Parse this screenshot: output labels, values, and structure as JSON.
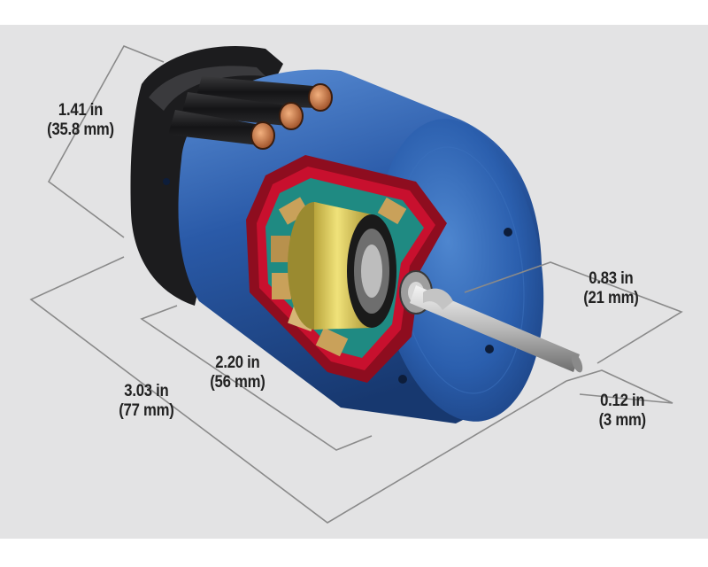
{
  "dimensions": {
    "wire_diameter": {
      "imperial": "1.41 in",
      "metric": "(35.8 mm)"
    },
    "shaft_diameter": {
      "imperial": "0.83 in",
      "metric": "(21 mm)"
    },
    "magnet_length": {
      "imperial": "2.20 in",
      "metric": "(56 mm)"
    },
    "overall_length": {
      "imperial": "3.03 in",
      "metric": "(77 mm)"
    },
    "shaft_tip": {
      "imperial": "0.12 in",
      "metric": "(3 mm)"
    }
  },
  "colors": {
    "background": "#e3e3e4",
    "can_blue": "#2a5aa8",
    "cutaway_red": "#c8102e",
    "stator_teal": "#1f8a82",
    "magnet_tan": "#c9a15a",
    "rotor_yellow": "#e2d35c",
    "copper": "#c8784c",
    "housing_black": "#1c1c1e",
    "dimension_line": "#8a8a8a",
    "label_text": "#222222"
  }
}
